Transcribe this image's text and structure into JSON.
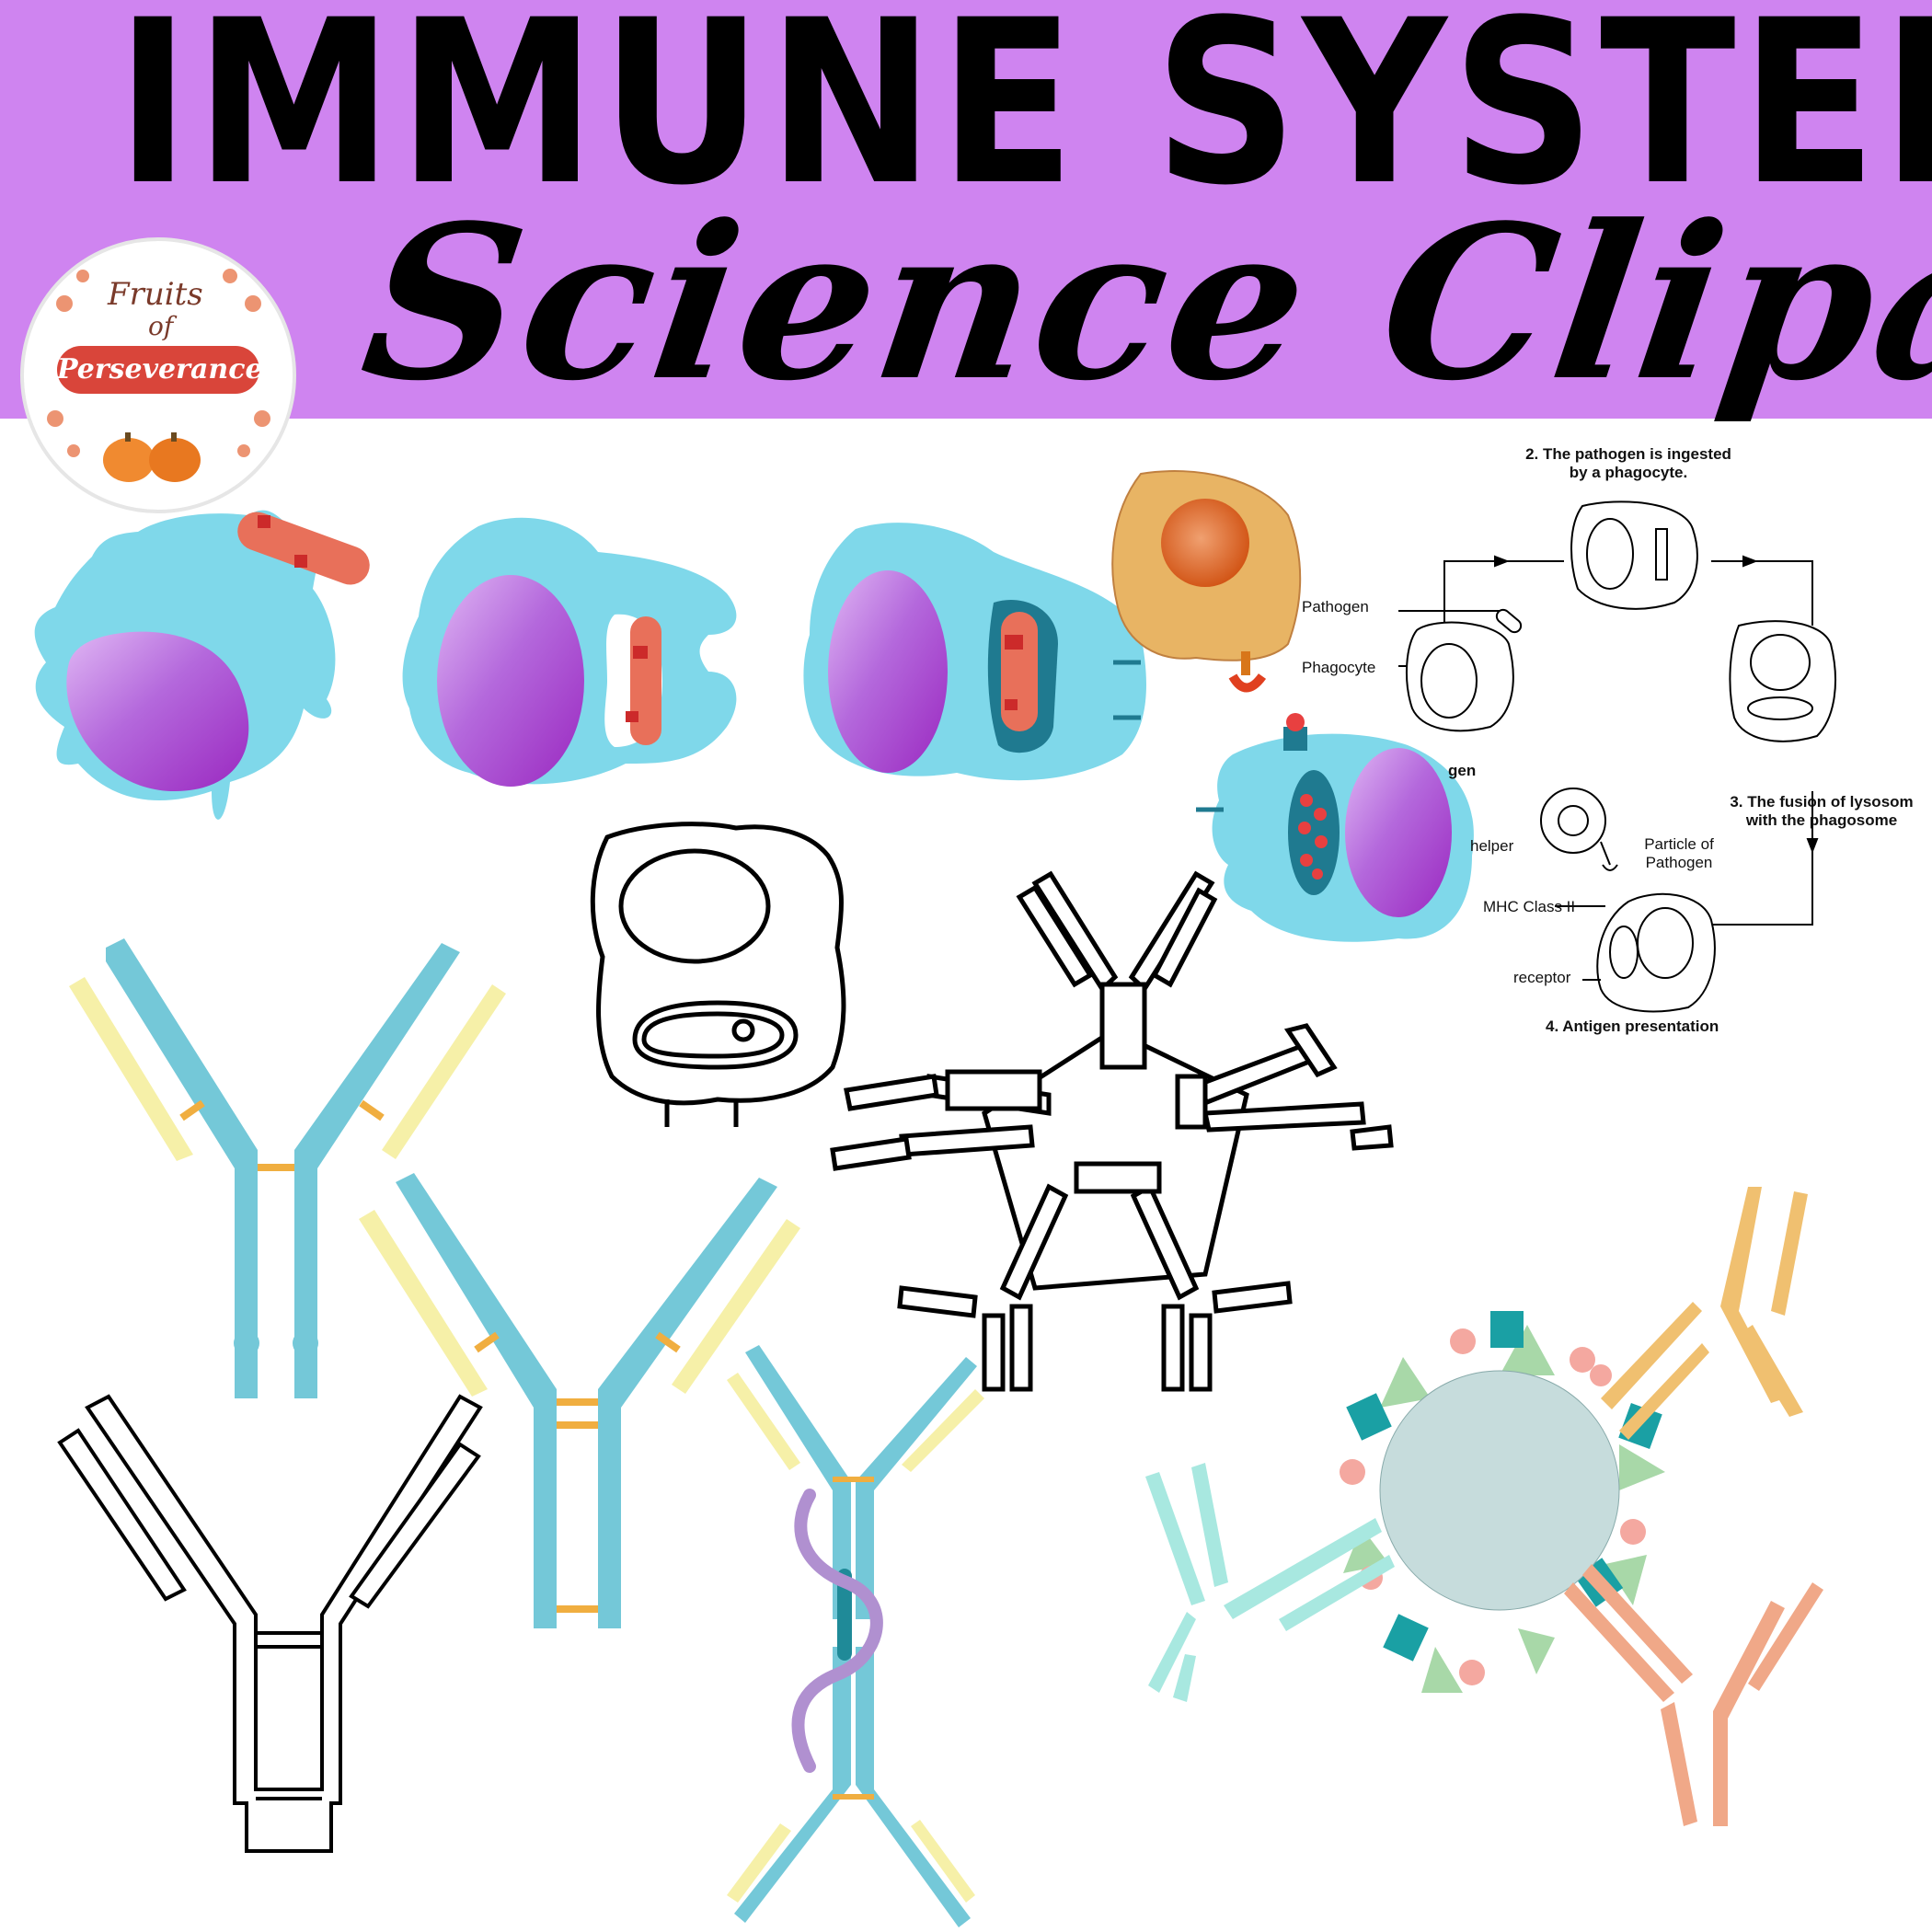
{
  "banner": {
    "title": "IMMUNE SYSTEM",
    "subtitle": "Science Clipart",
    "background_color": "#cf84f0"
  },
  "logo": {
    "line1": "Fruits",
    "line2": "of",
    "line3": "Perseverance",
    "ring_color": "#d9453a"
  },
  "diagram": {
    "step2": "2. The pathogen is ingested\nby a phagocyte.",
    "step3": "3. The fusion of lysosom\nwith the phagosome",
    "step4": "4. Antigen presentation",
    "label_pathogen": "Pathogen",
    "label_phagocyte": "Phagocyte",
    "label_gen": "gen",
    "label_helper": "helper",
    "label_particle": "Particle of\nPathogen",
    "label_mhc": "MHC Class II",
    "label_receptor": "receptor"
  },
  "colors": {
    "cell_blue": "#7fd8ea",
    "nucleus_purple": "#a94fd4",
    "pathogen_red": "#e8705a",
    "antibody_blue": "#74c8d8",
    "antibody_yellow": "#f6f0a8",
    "hinge_orange": "#f0ae40",
    "virus_gray": "#c6dcdc",
    "antigen_teal": "#1aa0a4",
    "antigen_pink": "#f4a8a0",
    "antigen_green": "#a8d8a8",
    "antibody_orange": "#f0c070",
    "antibody_salmon": "#f0a888",
    "antibody_mint": "#a8e8e0"
  }
}
